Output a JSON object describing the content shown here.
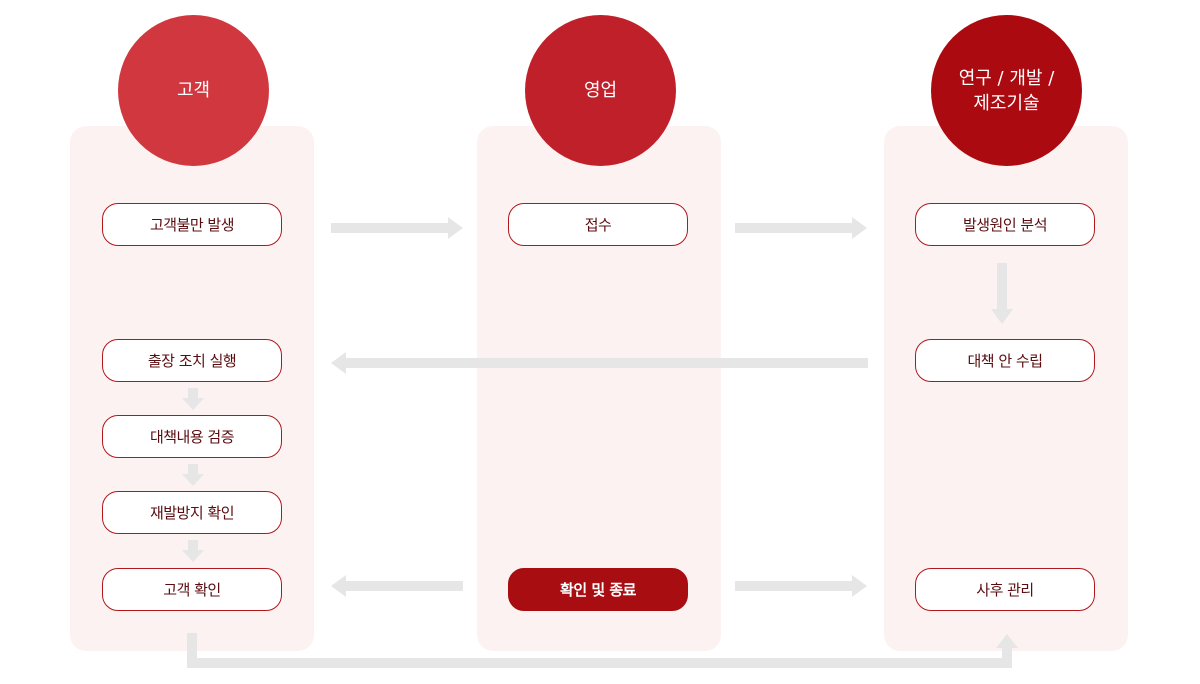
{
  "lanes": {
    "customer": {
      "header": "고객"
    },
    "sales": {
      "header": "영업"
    },
    "rnd": {
      "header": "연구 / 개발 /\n제조기술"
    }
  },
  "steps": {
    "complaint": "고객불만 발생",
    "receipt": "접수",
    "cause_analysis": "발생원인 분석",
    "countermeasure": "대책 안 수립",
    "field_action": "출장 조치 실행",
    "verify": "대책내용 검증",
    "recurrence_check": "재발방지 확인",
    "customer_confirm": "고객 확인",
    "close": "확인 및 종료",
    "aftercare": "사후 관리"
  },
  "colors": {
    "circle_customer": "#d0373f",
    "circle_sales": "#c0202a",
    "circle_rnd": "#ab0a10",
    "box_border": "#b1171b",
    "filled_box": "#a80d12",
    "lane_bg": "#fdf2f2",
    "arrow": "#e6e6e6"
  },
  "icons": {
    "connector": "arrow-icon"
  }
}
